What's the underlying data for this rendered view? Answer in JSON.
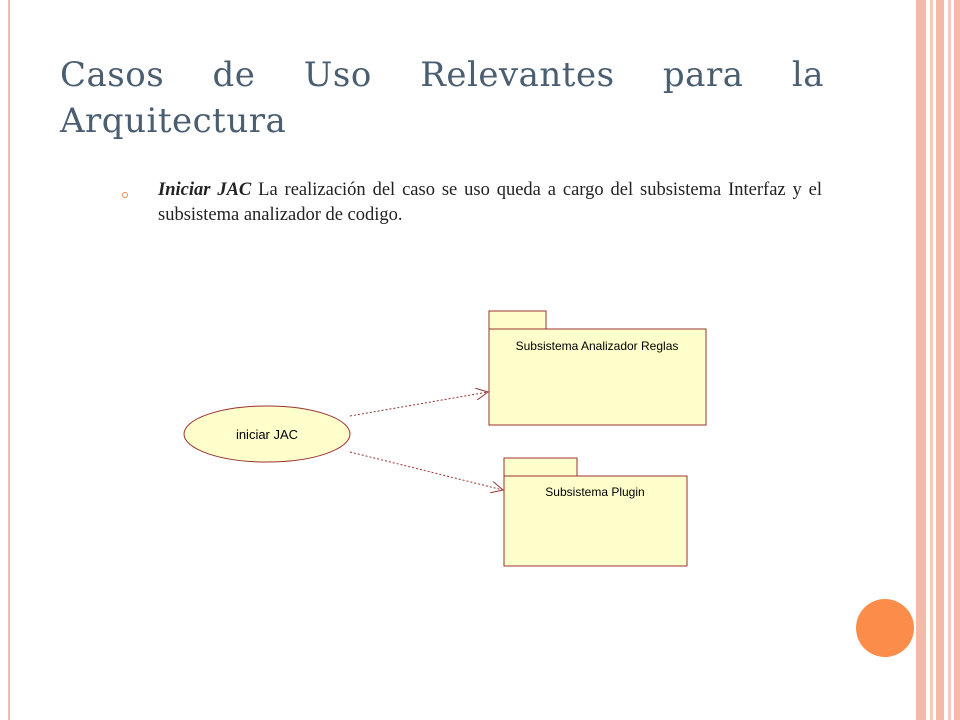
{
  "slide": {
    "title": "Casos de Uso Relevantes para la Arquitectura",
    "bullet": {
      "bold_text": "Iniciar JAC",
      "text": " La realización del caso se uso queda a cargo del subsistema Interfaz y el subsistema analizador de codigo."
    }
  },
  "diagram": {
    "use_case": {
      "label": "iniciar JAC"
    },
    "packages": [
      {
        "label": "Subsistema Analizador Reglas"
      },
      {
        "label": "Subsistema Plugin"
      }
    ]
  },
  "colors": {
    "title": "#4a5e72",
    "accent_border": "#f4b9a8",
    "orange_circle": "#fb8c4a",
    "uml_fill": "#ffffcc",
    "uml_stroke": "#993333"
  }
}
